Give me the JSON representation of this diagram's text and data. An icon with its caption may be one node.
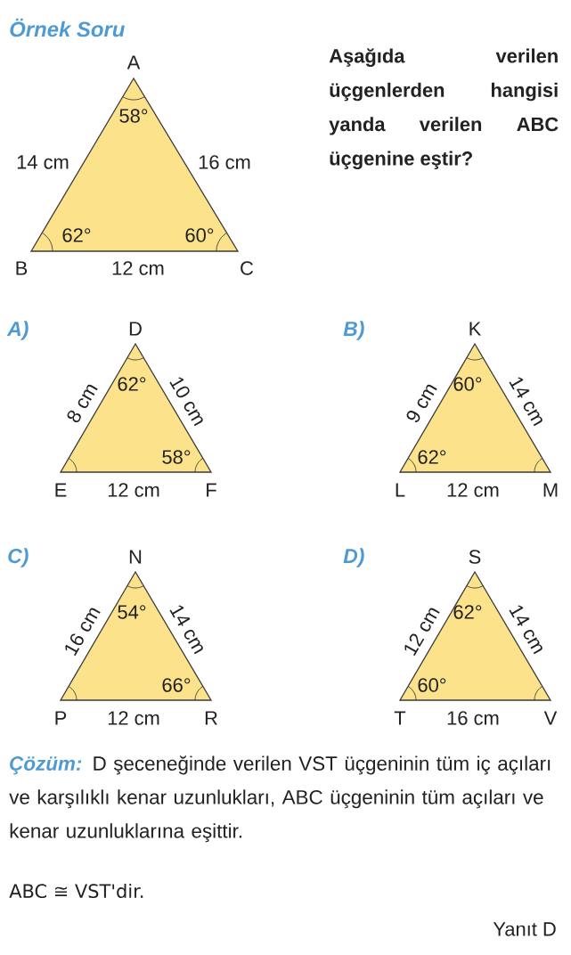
{
  "diagram": {
    "title": "Örnek Soru",
    "nodes": [
      {
        "text": [
          "58°",
          "62°",
          "60°"
        ],
        "beside": [
          "A",
          "14 cm",
          "16 cm",
          "B",
          "12 cm",
          "C"
        ]
      },
      {
        "text": [
          "62°",
          "58°"
        ],
        "beside": [
          "D",
          "8 cm",
          "10 cm",
          "E",
          "12 cm",
          "F"
        ]
      },
      {
        "text": [
          "60°",
          "62°"
        ],
        "beside": [
          "K",
          "9 cm",
          "14 cm",
          "L",
          "12 cm",
          "M"
        ]
      },
      {
        "text": [
          "54°",
          "66°"
        ],
        "beside": [
          "N",
          "16 cm",
          "14 cm",
          "P",
          "12 cm",
          "R"
        ]
      },
      {
        "text": [
          "62°",
          "60°"
        ],
        "beside": [
          "S",
          "12 cm",
          "14 cm",
          "T",
          "16 cm",
          "V"
        ]
      }
    ],
    "labels": [
      "Aşağıda verilen üçgenlerden hangisi yanda verilen ABC üçgenine eştir?",
      "A)",
      "B)",
      "C)",
      "D)",
      "Çözüm:",
      "D şeceneğinde verilen VST üçgeninin tüm iç açıları ve karşılıklı kenar uzunlukları, ABC üçgeninin tüm açıları ve kenar uzunluklarına eşittir.",
      "ABC ≅ VST'dir.",
      "Yanıt D"
    ]
  }
}
